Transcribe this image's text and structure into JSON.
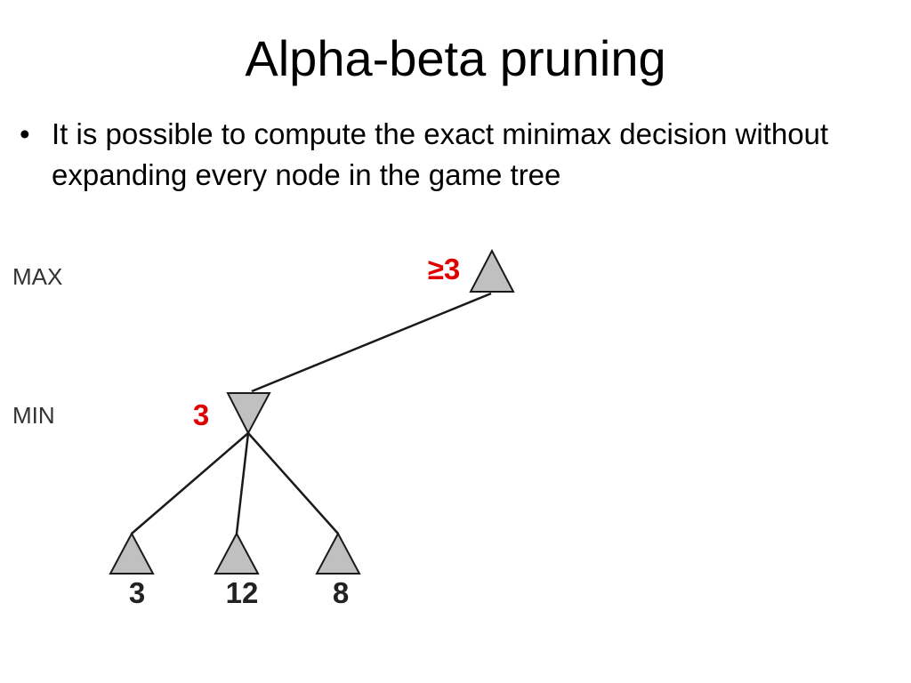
{
  "slide": {
    "title": "Alpha-beta pruning",
    "bullet": "It is possible to compute the exact minimax decision without expanding every node in the game tree"
  },
  "tree": {
    "levels": {
      "max": "MAX",
      "min": "MIN"
    },
    "root_value": "≥3",
    "min_value": "3",
    "leaves": [
      "3",
      "12",
      "8"
    ],
    "colors": {
      "node_fill": "#c0c0c0",
      "node_stroke": "#1a1a1a",
      "edge": "#1a1a1a",
      "value_text": "#e00000"
    }
  }
}
